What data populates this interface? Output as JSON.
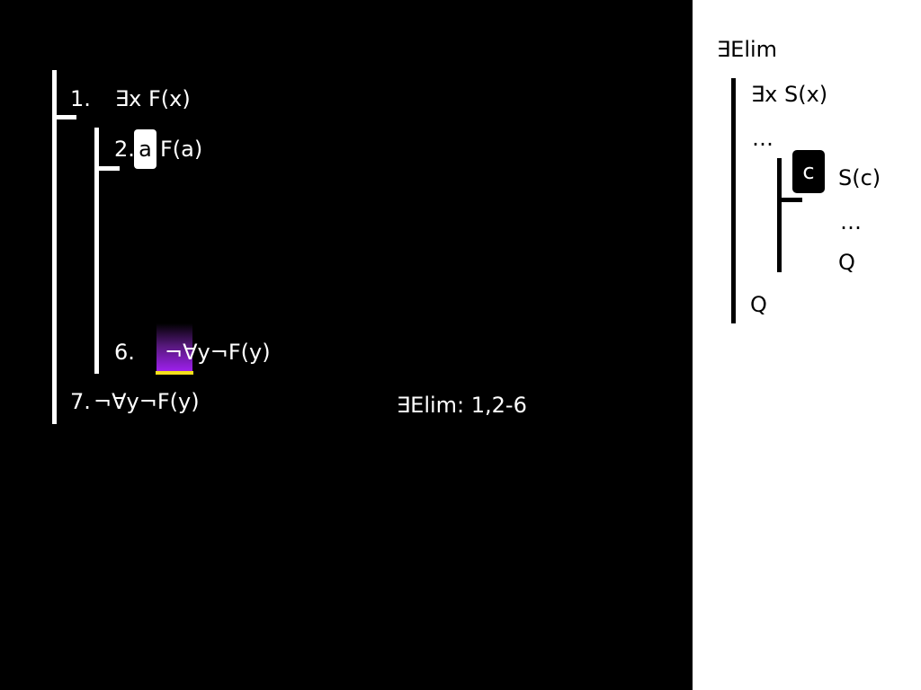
{
  "proof": {
    "line1": {
      "num": "1.",
      "formula": "∃x F(x)"
    },
    "line2": {
      "num": "2.",
      "constant": "a",
      "formula": "F(a)"
    },
    "line6": {
      "num": "6.",
      "formula": "¬∀y¬F(y)"
    },
    "line7": {
      "num": "7.",
      "formula": "¬∀y¬F(y)",
      "justification": "∃Elim: 1,2-6"
    }
  },
  "rule": {
    "title": "∃Elim",
    "premise": "∃x S(x)",
    "dots_outer": "…",
    "constant": "c",
    "assumption": "S(c)",
    "dots_inner": "…",
    "sub_conclusion": "Q",
    "conclusion": "Q"
  },
  "colors": {
    "background": "#000000",
    "panel": "#ffffff",
    "highlight": "#a020f0",
    "highlight_underline": "#f4e01a"
  }
}
